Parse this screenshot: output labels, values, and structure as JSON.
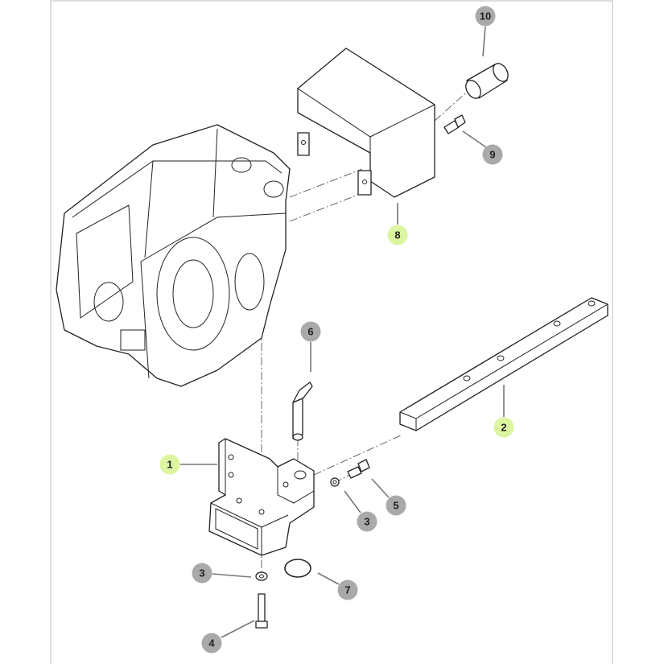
{
  "callouts": [
    {
      "id": "c10",
      "label": "10",
      "highlight": false
    },
    {
      "id": "c9",
      "label": "9",
      "highlight": false
    },
    {
      "id": "c8",
      "label": "8",
      "highlight": true
    },
    {
      "id": "c2",
      "label": "2",
      "highlight": true
    },
    {
      "id": "c6",
      "label": "6",
      "highlight": false
    },
    {
      "id": "c1",
      "label": "1",
      "highlight": true
    },
    {
      "id": "c5",
      "label": "5",
      "highlight": false
    },
    {
      "id": "c3a",
      "label": "3",
      "highlight": false
    },
    {
      "id": "c3b",
      "label": "3",
      "highlight": false
    },
    {
      "id": "c7",
      "label": "7",
      "highlight": false
    },
    {
      "id": "c4",
      "label": "4",
      "highlight": false
    }
  ],
  "colors": {
    "highlight": "#dcf5a0",
    "normal": "#a9a9a9"
  }
}
